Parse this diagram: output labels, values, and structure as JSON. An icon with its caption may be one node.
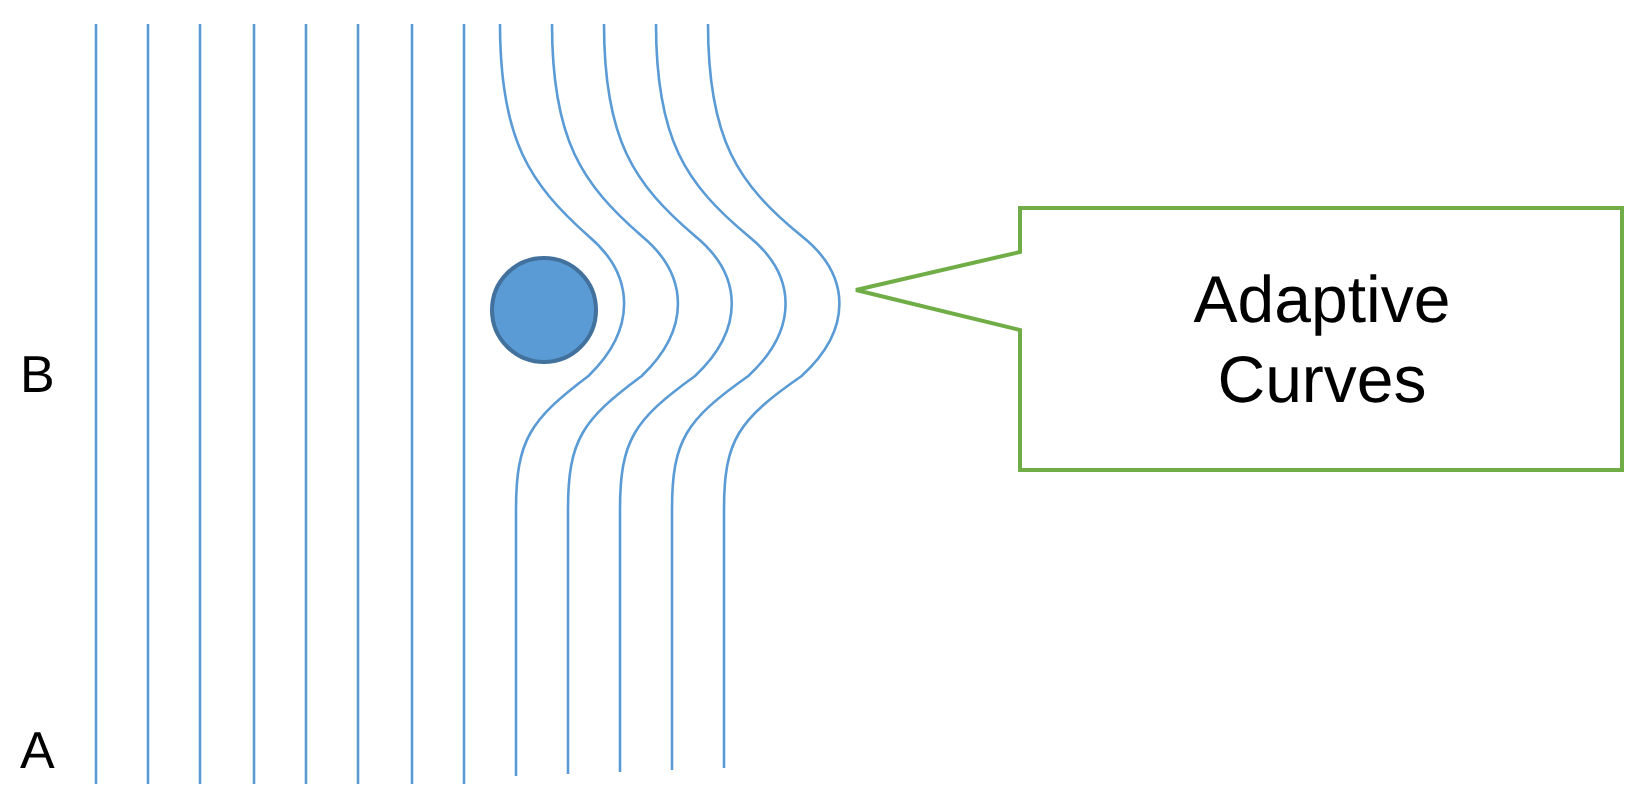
{
  "diagram": {
    "nodes": [
      {
        "text": [
          "Adaptive Curves"
        ]
      }
    ],
    "labels": [
      "B",
      "A"
    ]
  }
}
